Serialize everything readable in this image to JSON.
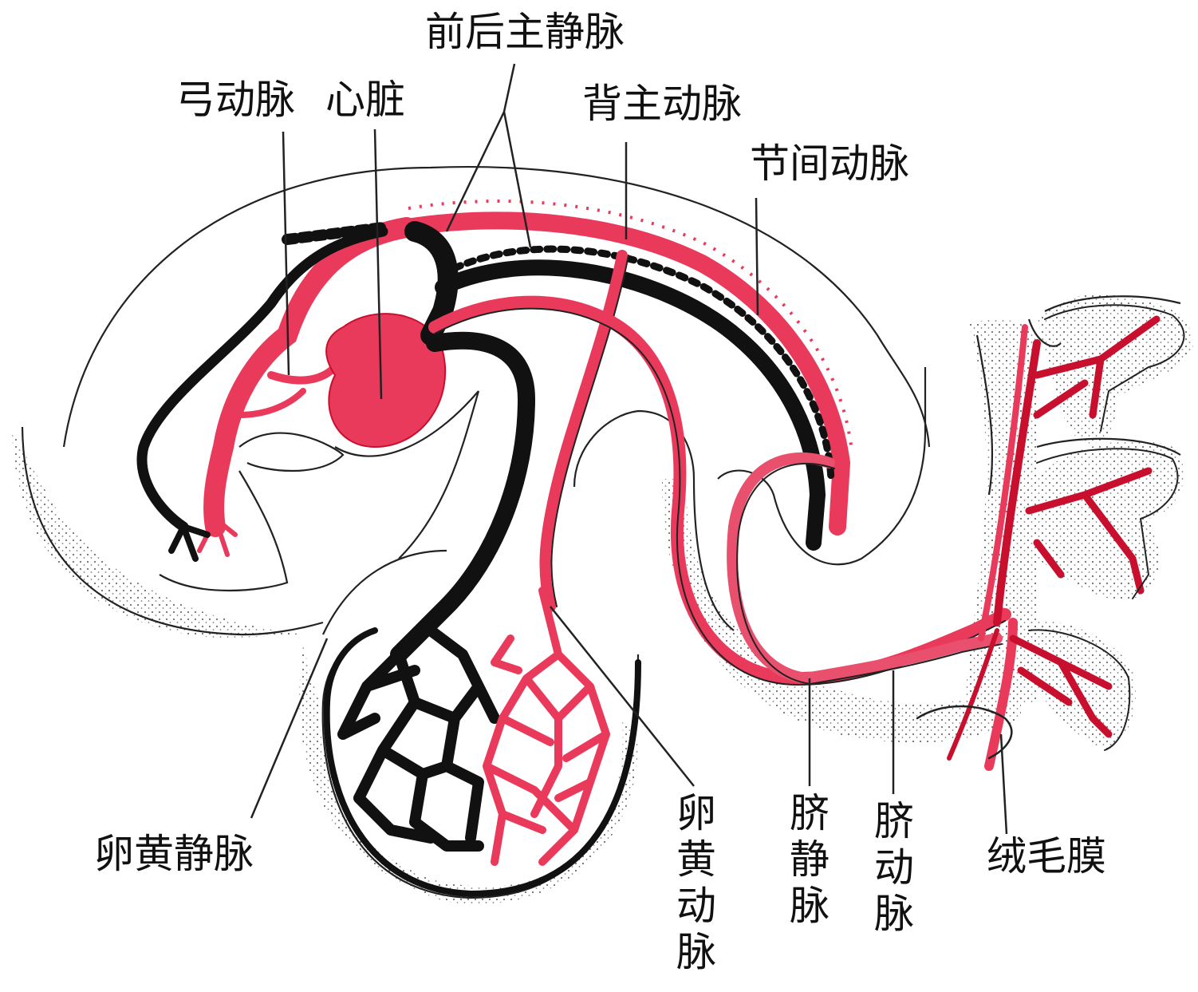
{
  "colors": {
    "artery": "#ea3a5c",
    "artery_dark": "#c8102e",
    "vein": "#111111",
    "outline": "#222222",
    "stipple": "#555555"
  },
  "labels": {
    "cardinal_veins": "前后主静脉",
    "arch_arteries": "弓动脉",
    "heart": "心脏",
    "dorsal_aorta": "背主动脉",
    "intersegmental_arteries": "节间动脉",
    "vitelline_vein": "卵黄静脉",
    "vitelline_artery": "卵黄动脉",
    "umbilical_vein": "脐静脉",
    "umbilical_artery": "脐动脉",
    "chorion": "绒毛膜"
  }
}
